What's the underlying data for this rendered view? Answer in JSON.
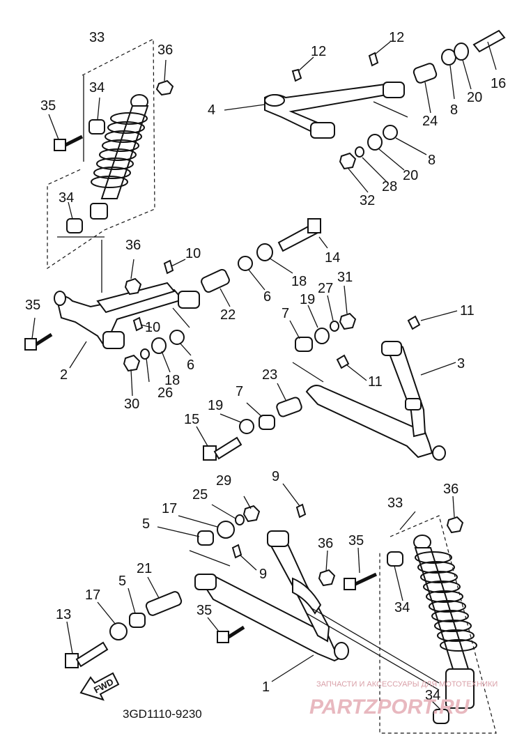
{
  "callouts": [
    {
      "id": "33a",
      "text": "33"
    },
    {
      "id": "36a",
      "text": "36"
    },
    {
      "id": "34a",
      "text": "34"
    },
    {
      "id": "35a",
      "text": "35"
    },
    {
      "id": "34b",
      "text": "34"
    },
    {
      "id": "12a",
      "text": "12"
    },
    {
      "id": "12b",
      "text": "12"
    },
    {
      "id": "4",
      "text": "4"
    },
    {
      "id": "16",
      "text": "16"
    },
    {
      "id": "8a",
      "text": "8"
    },
    {
      "id": "20a",
      "text": "20"
    },
    {
      "id": "24",
      "text": "24"
    },
    {
      "id": "8b",
      "text": "8"
    },
    {
      "id": "20b",
      "text": "20"
    },
    {
      "id": "28",
      "text": "28"
    },
    {
      "id": "32",
      "text": "32"
    },
    {
      "id": "36b",
      "text": "36"
    },
    {
      "id": "10a",
      "text": "10"
    },
    {
      "id": "14",
      "text": "14"
    },
    {
      "id": "18a",
      "text": "18"
    },
    {
      "id": "6a",
      "text": "6"
    },
    {
      "id": "31",
      "text": "31"
    },
    {
      "id": "27",
      "text": "27"
    },
    {
      "id": "19a",
      "text": "19"
    },
    {
      "id": "7a",
      "text": "7"
    },
    {
      "id": "35b",
      "text": "35"
    },
    {
      "id": "22",
      "text": "22"
    },
    {
      "id": "10b",
      "text": "10"
    },
    {
      "id": "11a",
      "text": "11"
    },
    {
      "id": "6b",
      "text": "6"
    },
    {
      "id": "2",
      "text": "2"
    },
    {
      "id": "18b",
      "text": "18"
    },
    {
      "id": "26",
      "text": "26"
    },
    {
      "id": "30",
      "text": "30"
    },
    {
      "id": "3",
      "text": "3"
    },
    {
      "id": "11b",
      "text": "11"
    },
    {
      "id": "23",
      "text": "23"
    },
    {
      "id": "7b",
      "text": "7"
    },
    {
      "id": "19b",
      "text": "19"
    },
    {
      "id": "15",
      "text": "15"
    },
    {
      "id": "29",
      "text": "29"
    },
    {
      "id": "9a",
      "text": "9"
    },
    {
      "id": "25",
      "text": "25"
    },
    {
      "id": "17a",
      "text": "17"
    },
    {
      "id": "5a",
      "text": "5"
    },
    {
      "id": "33b",
      "text": "33"
    },
    {
      "id": "36c",
      "text": "36"
    },
    {
      "id": "36d",
      "text": "36"
    },
    {
      "id": "35c",
      "text": "35"
    },
    {
      "id": "9b",
      "text": "9"
    },
    {
      "id": "21",
      "text": "21"
    },
    {
      "id": "34c",
      "text": "34"
    },
    {
      "id": "17b",
      "text": "17"
    },
    {
      "id": "5b",
      "text": "5"
    },
    {
      "id": "13",
      "text": "13"
    },
    {
      "id": "35d",
      "text": "35"
    },
    {
      "id": "1",
      "text": "1"
    },
    {
      "id": "34d",
      "text": "34"
    }
  ],
  "fwd_label": "FWD",
  "diagram_code": "3GD1110-9230",
  "watermark": {
    "line1": "ЗАПЧАСТИ И АКСЕССУАРЫ ДЛЯ МОТОТЕХНИКИ",
    "line2": "PARTZPORT.RU"
  }
}
